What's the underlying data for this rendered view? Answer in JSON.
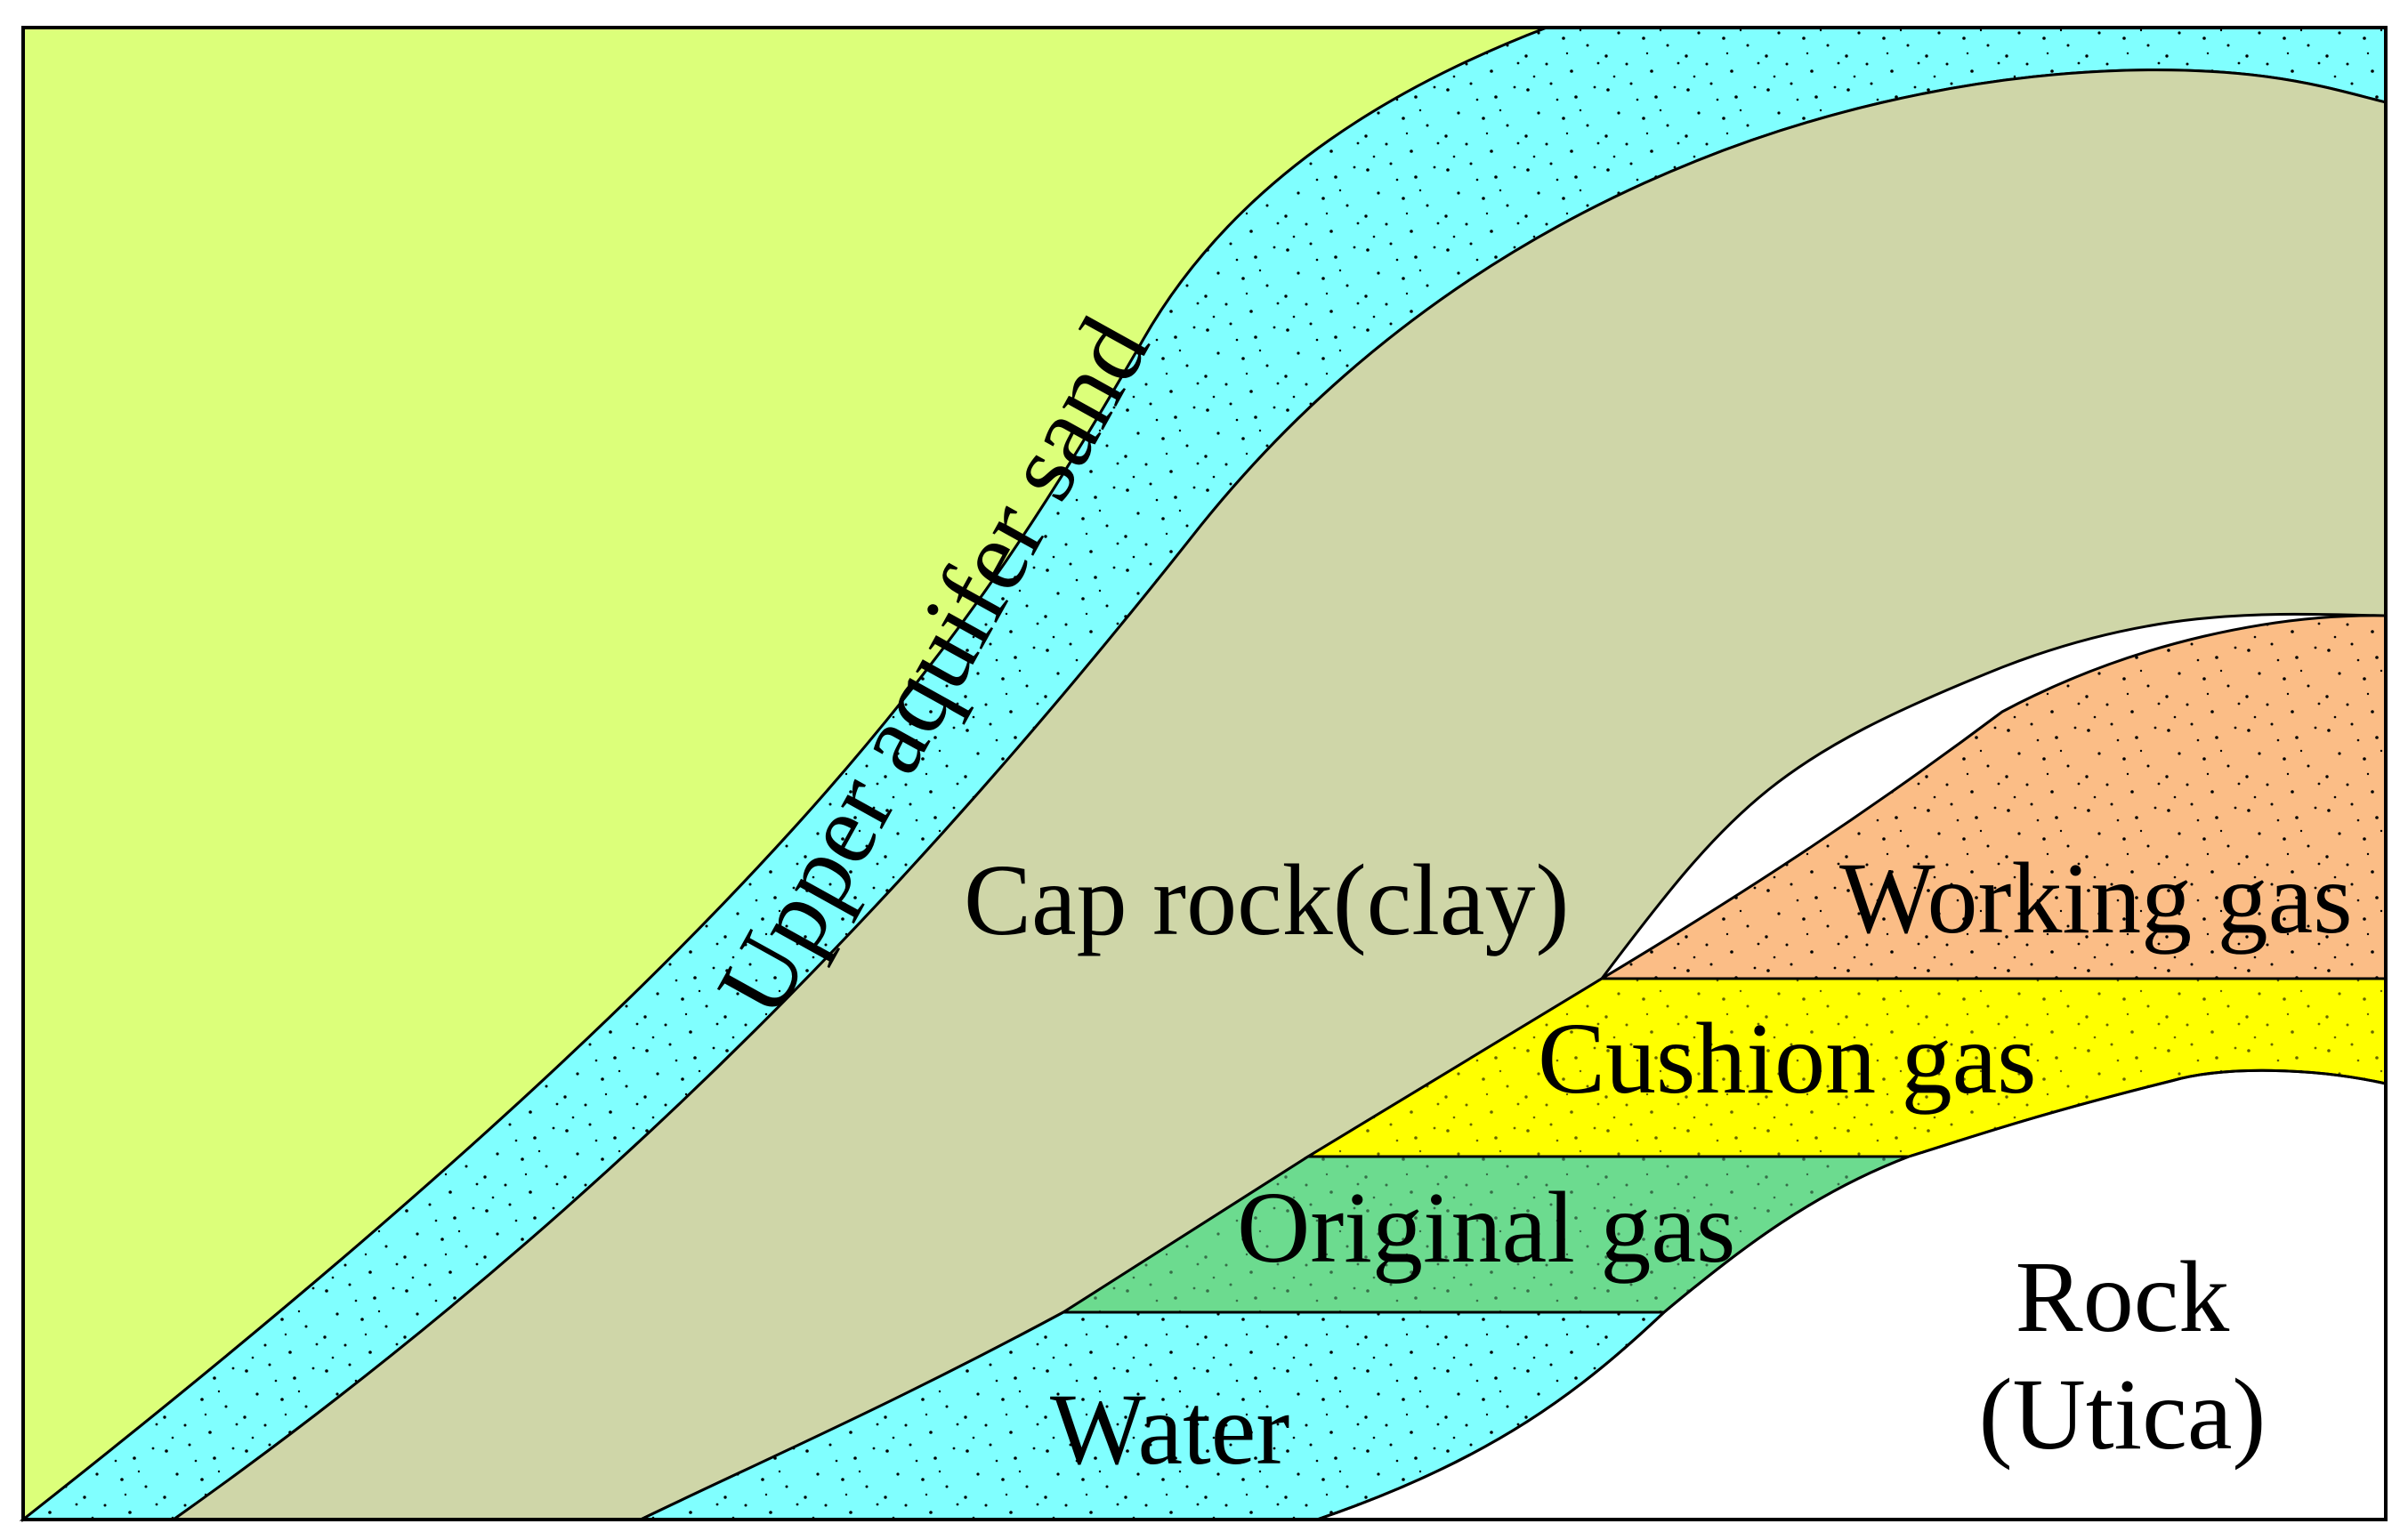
{
  "labels": {
    "upper_aquifer": "Upper aquifer sand",
    "cap_rock": "Cap rock(clay)",
    "working_gas": "Working gas",
    "cushion_gas": "Cushion gas",
    "original_gas": "Original gas",
    "water": "Water",
    "rock_line1": "Rock",
    "rock_line2": "(Utica)"
  },
  "colors": {
    "surface": "#dcff7a",
    "aquifer_sand": "#80ffff",
    "cap_rock": "#cfd6a8",
    "working_gas": "#fbbd86",
    "cushion_gas": "#ffff00",
    "original_gas": "#6cdb8f",
    "water": "#80ffff",
    "rock": "#ffffff",
    "outline": "#000000",
    "speckle": "#000000"
  }
}
